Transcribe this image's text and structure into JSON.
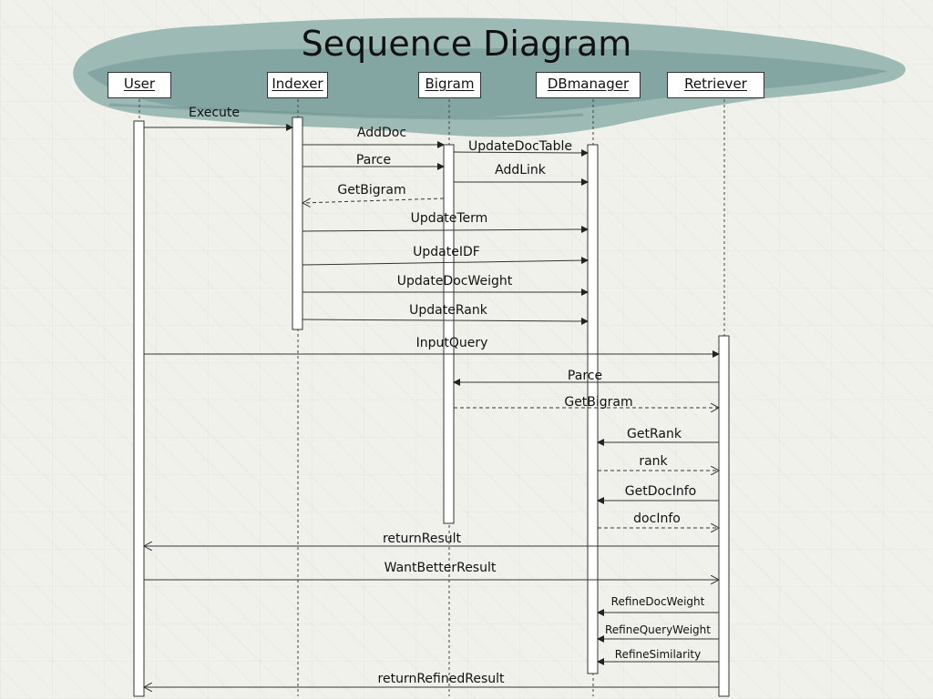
{
  "title": "Sequence Diagram",
  "actors": [
    "User",
    "Indexer",
    "Bigram",
    "DBmanager",
    "Retriever"
  ],
  "messages": [
    {
      "label": "Execute",
      "from": "User",
      "to": "Indexer",
      "style": "solid"
    },
    {
      "label": "AddDoc",
      "from": "Indexer",
      "to": "Bigram",
      "style": "solid"
    },
    {
      "label": "UpdateDocTable",
      "from": "Bigram",
      "to": "DBmanager",
      "style": "solid"
    },
    {
      "label": "Parce",
      "from": "Indexer",
      "to": "Bigram",
      "style": "solid"
    },
    {
      "label": "AddLink",
      "from": "Bigram",
      "to": "DBmanager",
      "style": "solid"
    },
    {
      "label": "GetBigram",
      "from": "Bigram",
      "to": "Indexer",
      "style": "dashed"
    },
    {
      "label": "UpdateTerm",
      "from": "Indexer",
      "to": "DBmanager",
      "style": "solid"
    },
    {
      "label": "UpdateIDF",
      "from": "Indexer",
      "to": "DBmanager",
      "style": "solid"
    },
    {
      "label": "UpdateDocWeight",
      "from": "Indexer",
      "to": "DBmanager",
      "style": "solid"
    },
    {
      "label": "UpdateRank",
      "from": "Indexer",
      "to": "DBmanager",
      "style": "solid"
    },
    {
      "label": "InputQuery",
      "from": "User",
      "to": "Retriever",
      "style": "solid"
    },
    {
      "label": "Parce",
      "from": "Retriever",
      "to": "Bigram",
      "style": "solid"
    },
    {
      "label": "GetBigram",
      "from": "Bigram",
      "to": "Retriever",
      "style": "dashed"
    },
    {
      "label": "GetRank",
      "from": "Retriever",
      "to": "DBmanager",
      "style": "solid"
    },
    {
      "label": "rank",
      "from": "DBmanager",
      "to": "Retriever",
      "style": "dashed"
    },
    {
      "label": "GetDocInfo",
      "from": "Retriever",
      "to": "DBmanager",
      "style": "solid"
    },
    {
      "label": "docInfo",
      "from": "DBmanager",
      "to": "Retriever",
      "style": "dashed"
    },
    {
      "label": "returnResult",
      "from": "Retriever",
      "to": "User",
      "style": "solid"
    },
    {
      "label": "WantBetterResult",
      "from": "User",
      "to": "Retriever",
      "style": "solid"
    },
    {
      "label": "RefineDocWeight",
      "from": "Retriever",
      "to": "DBmanager",
      "style": "solid"
    },
    {
      "label": "RefineQueryWeight",
      "from": "Retriever",
      "to": "DBmanager",
      "style": "solid"
    },
    {
      "label": "RefineSimilarity",
      "from": "Retriever",
      "to": "DBmanager",
      "style": "solid"
    },
    {
      "label": "returnRefinedResult",
      "from": "Retriever",
      "to": "User",
      "style": "solid"
    }
  ]
}
